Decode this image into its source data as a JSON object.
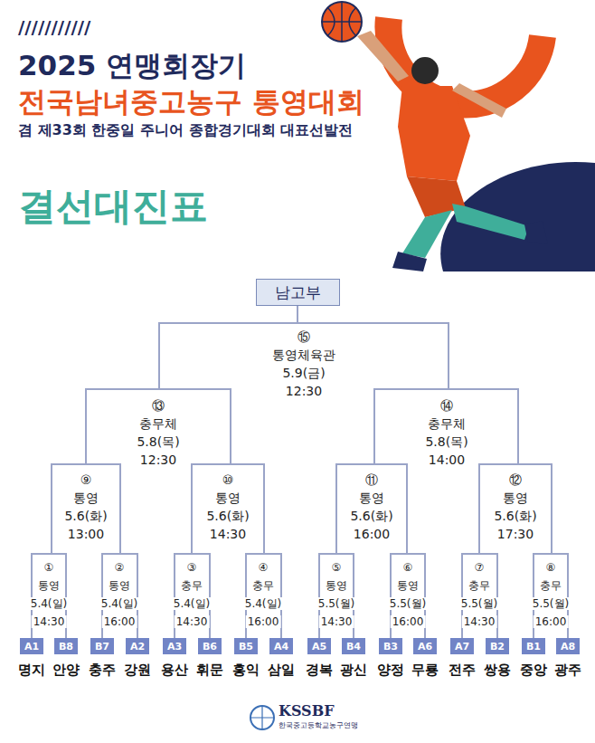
{
  "diagram": {
    "title": "2025 연맹회장기",
    "nodes": [
      {
        "text": [
          "남고부"
        ]
      },
      {
        "text": [
          "A1"
        ]
      },
      {
        "text": [
          "B8"
        ]
      },
      {
        "text": [
          "B7"
        ]
      },
      {
        "text": [
          "A2"
        ]
      },
      {
        "text": [
          "A3"
        ]
      },
      {
        "text": [
          "B6"
        ]
      },
      {
        "text": [
          "B5"
        ]
      },
      {
        "text": [
          "A4"
        ]
      },
      {
        "text": [
          "A5"
        ]
      },
      {
        "text": [
          "B4"
        ]
      },
      {
        "text": [
          "B3"
        ]
      },
      {
        "text": [
          "A6"
        ]
      },
      {
        "text": [
          "A7"
        ]
      },
      {
        "text": [
          "B2"
        ]
      },
      {
        "text": [
          "B1"
        ]
      },
      {
        "text": [
          "A8"
        ]
      }
    ],
    "labels": [
      "///////////",
      "전국남녀중고농구 통영대회",
      "겸 제33회 한중일 주니어 종합경기대회 대표선발전",
      "결선대진표",
      "⑮",
      "통영체육관",
      "5.9(금)",
      "12:30",
      "⑬",
      "충무체",
      "5.8(목)",
      "12:30",
      "⑭",
      "충무체",
      "5.8(목)",
      "14:00",
      "⑨",
      "통영",
      "5.6(화)",
      "13:00",
      "⑩",
      "통영",
      "5.6(화)",
      "14:30",
      "⑪",
      "통영",
      "5.6(화)",
      "16:00",
      "⑫",
      "통영",
      "5.6(화)",
      "17:30",
      "①",
      "통영",
      "5.4(일)",
      "14:30",
      "②",
      "통영",
      "5.4(일)",
      "16:00",
      "③",
      "충무",
      "5.4(일)",
      "14:30",
      "④",
      "충무",
      "5.4(일)",
      "16:00",
      "⑤",
      "통영",
      "5.5(월)",
      "14:30",
      "⑥",
      "통영",
      "5.5(월)",
      "16:00",
      "⑦",
      "충무",
      "5.5(월)",
      "14:30",
      "⑧",
      "충무",
      "5.5(월)",
      "16:00",
      "명지",
      "안양",
      "충주",
      "강원",
      "용산",
      "휘문",
      "홍익",
      "삼일",
      "경복",
      "광신",
      "양정",
      "무룡",
      "전주",
      "쌍용",
      "중앙",
      "광주",
      "KSSBF",
      "한국중고등학교농구연맹"
    ]
  }
}
